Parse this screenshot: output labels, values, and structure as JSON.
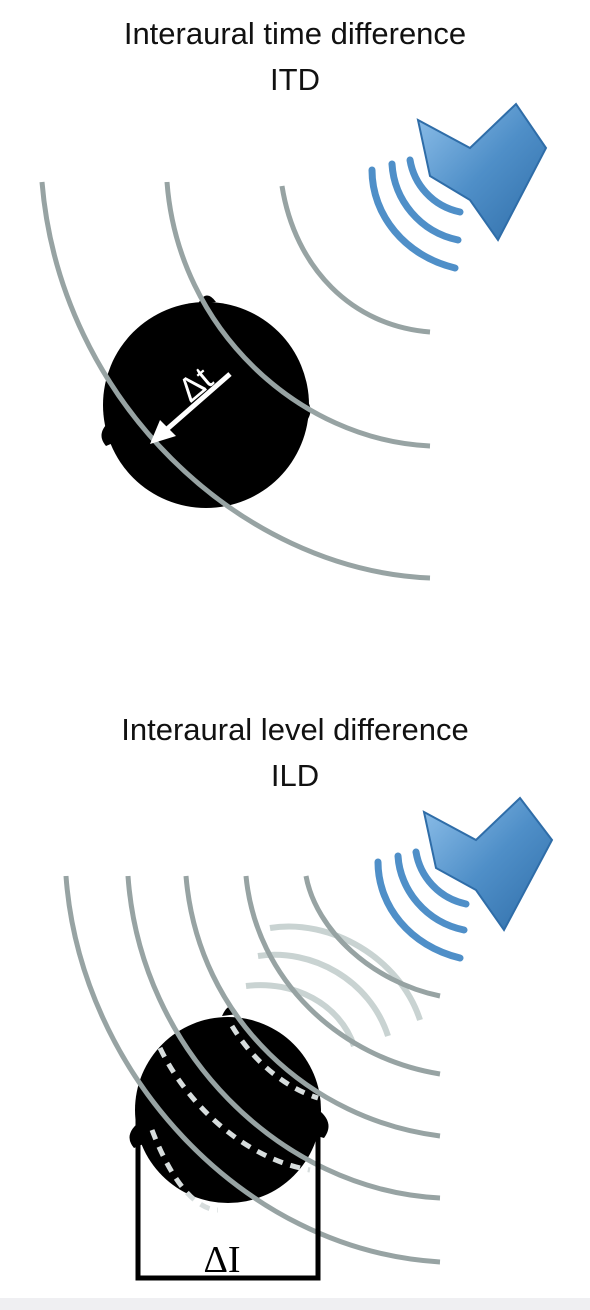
{
  "itd": {
    "title": "Interaural time difference",
    "abbreviation": "ITD",
    "delta_label": "Δt"
  },
  "ild": {
    "title": "Interaural level difference",
    "abbreviation": "ILD",
    "delta_label": "ΔI"
  },
  "colors": {
    "wave": "#97a3a3",
    "wave_faint": "#c9d3d2",
    "head": "#000000",
    "speaker": "#4f8fc8",
    "speaker_dark": "#2f6da8",
    "text": "#111111"
  },
  "icons": [
    "speaker-icon",
    "sound-waves-icon",
    "head-icon"
  ]
}
